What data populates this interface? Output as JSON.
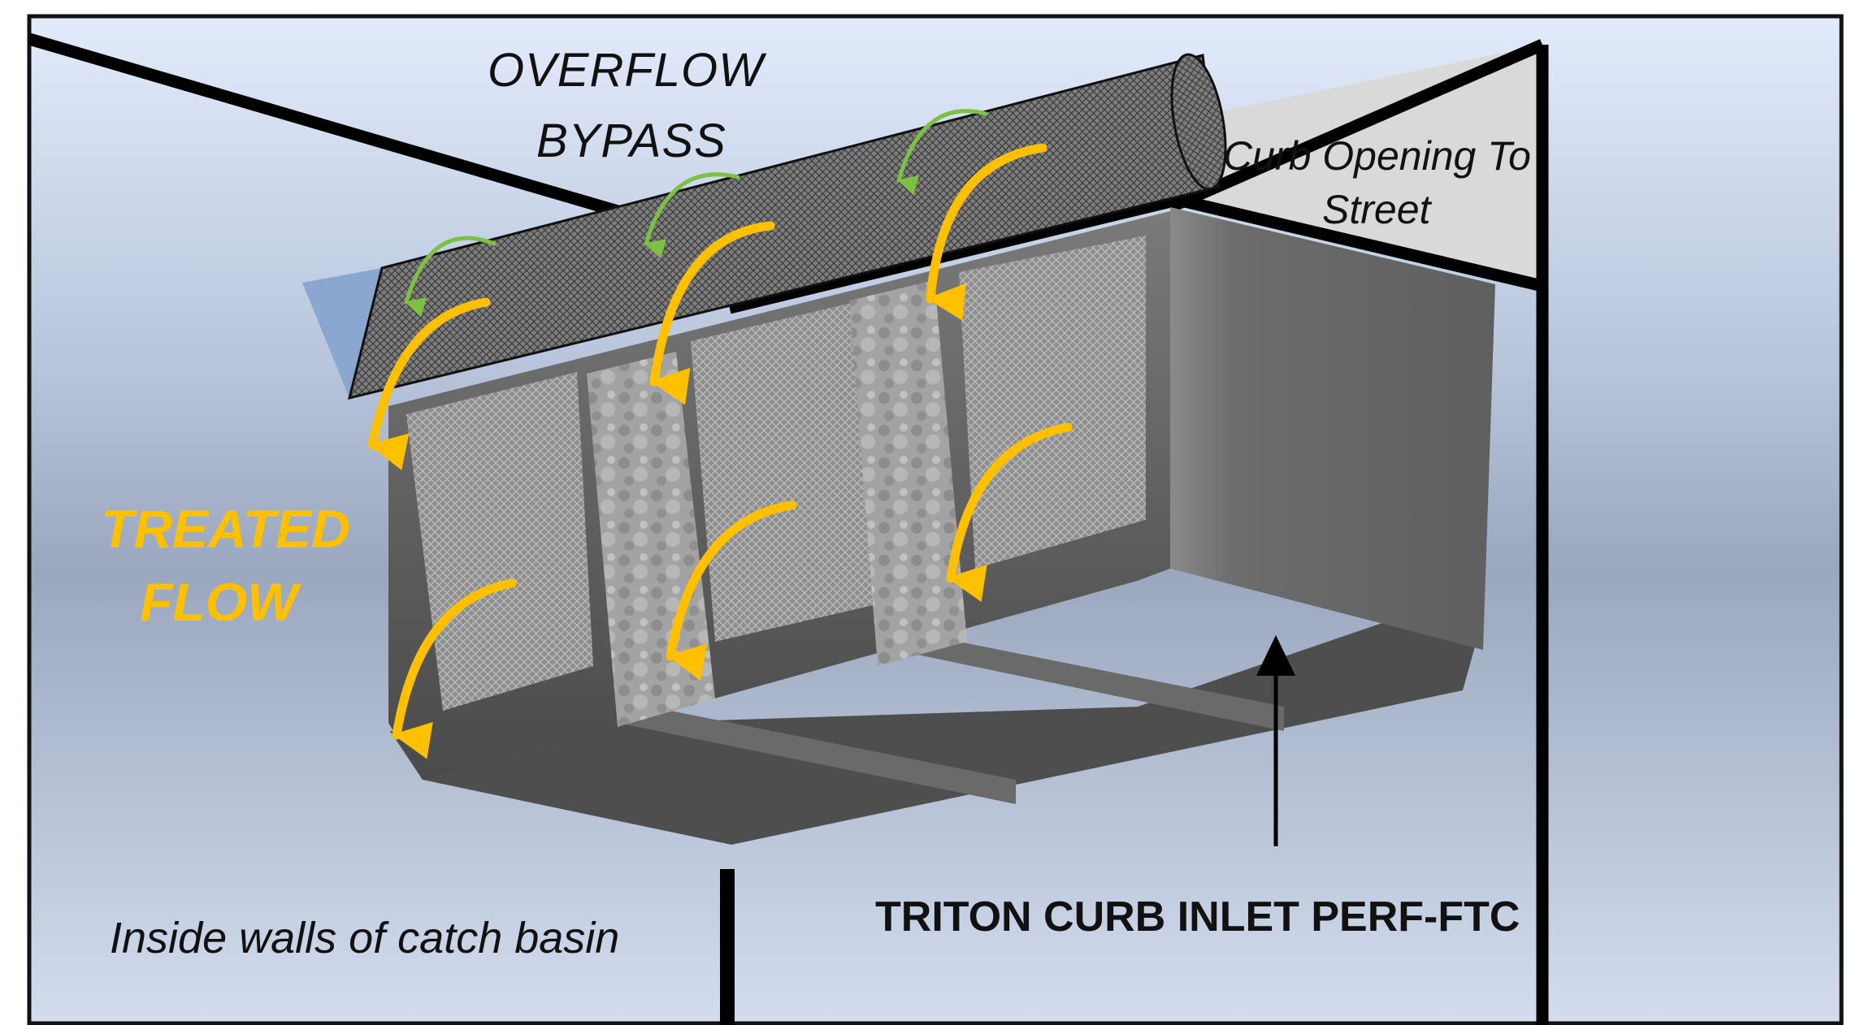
{
  "labels": {
    "overflow_line1": "OVERFLOW",
    "overflow_line2": "BYPASS",
    "curb_line1": "Curb Opening To",
    "curb_line2": "Street",
    "treated_line1": "TREATED",
    "treated_line2": "FLOW",
    "basin": "Inside walls of catch basin",
    "product": "TRITON CURB INLET PERF-FTC"
  },
  "colors": {
    "treated_arrow": "#FFC000",
    "bypass_arrow": "#7CC144",
    "basin_wall": "#000000",
    "filter_body": "#5a5a5a",
    "bypass_pipe": "#6e6e6e",
    "curb_opening": "#d9d9d9",
    "background_top": "#dce7fb",
    "background_mid": "#9eabc4"
  },
  "icons": {
    "treated_flow": "curved-arrow-down",
    "overflow_flow": "curved-arrow-down",
    "pointer": "arrow-up"
  }
}
